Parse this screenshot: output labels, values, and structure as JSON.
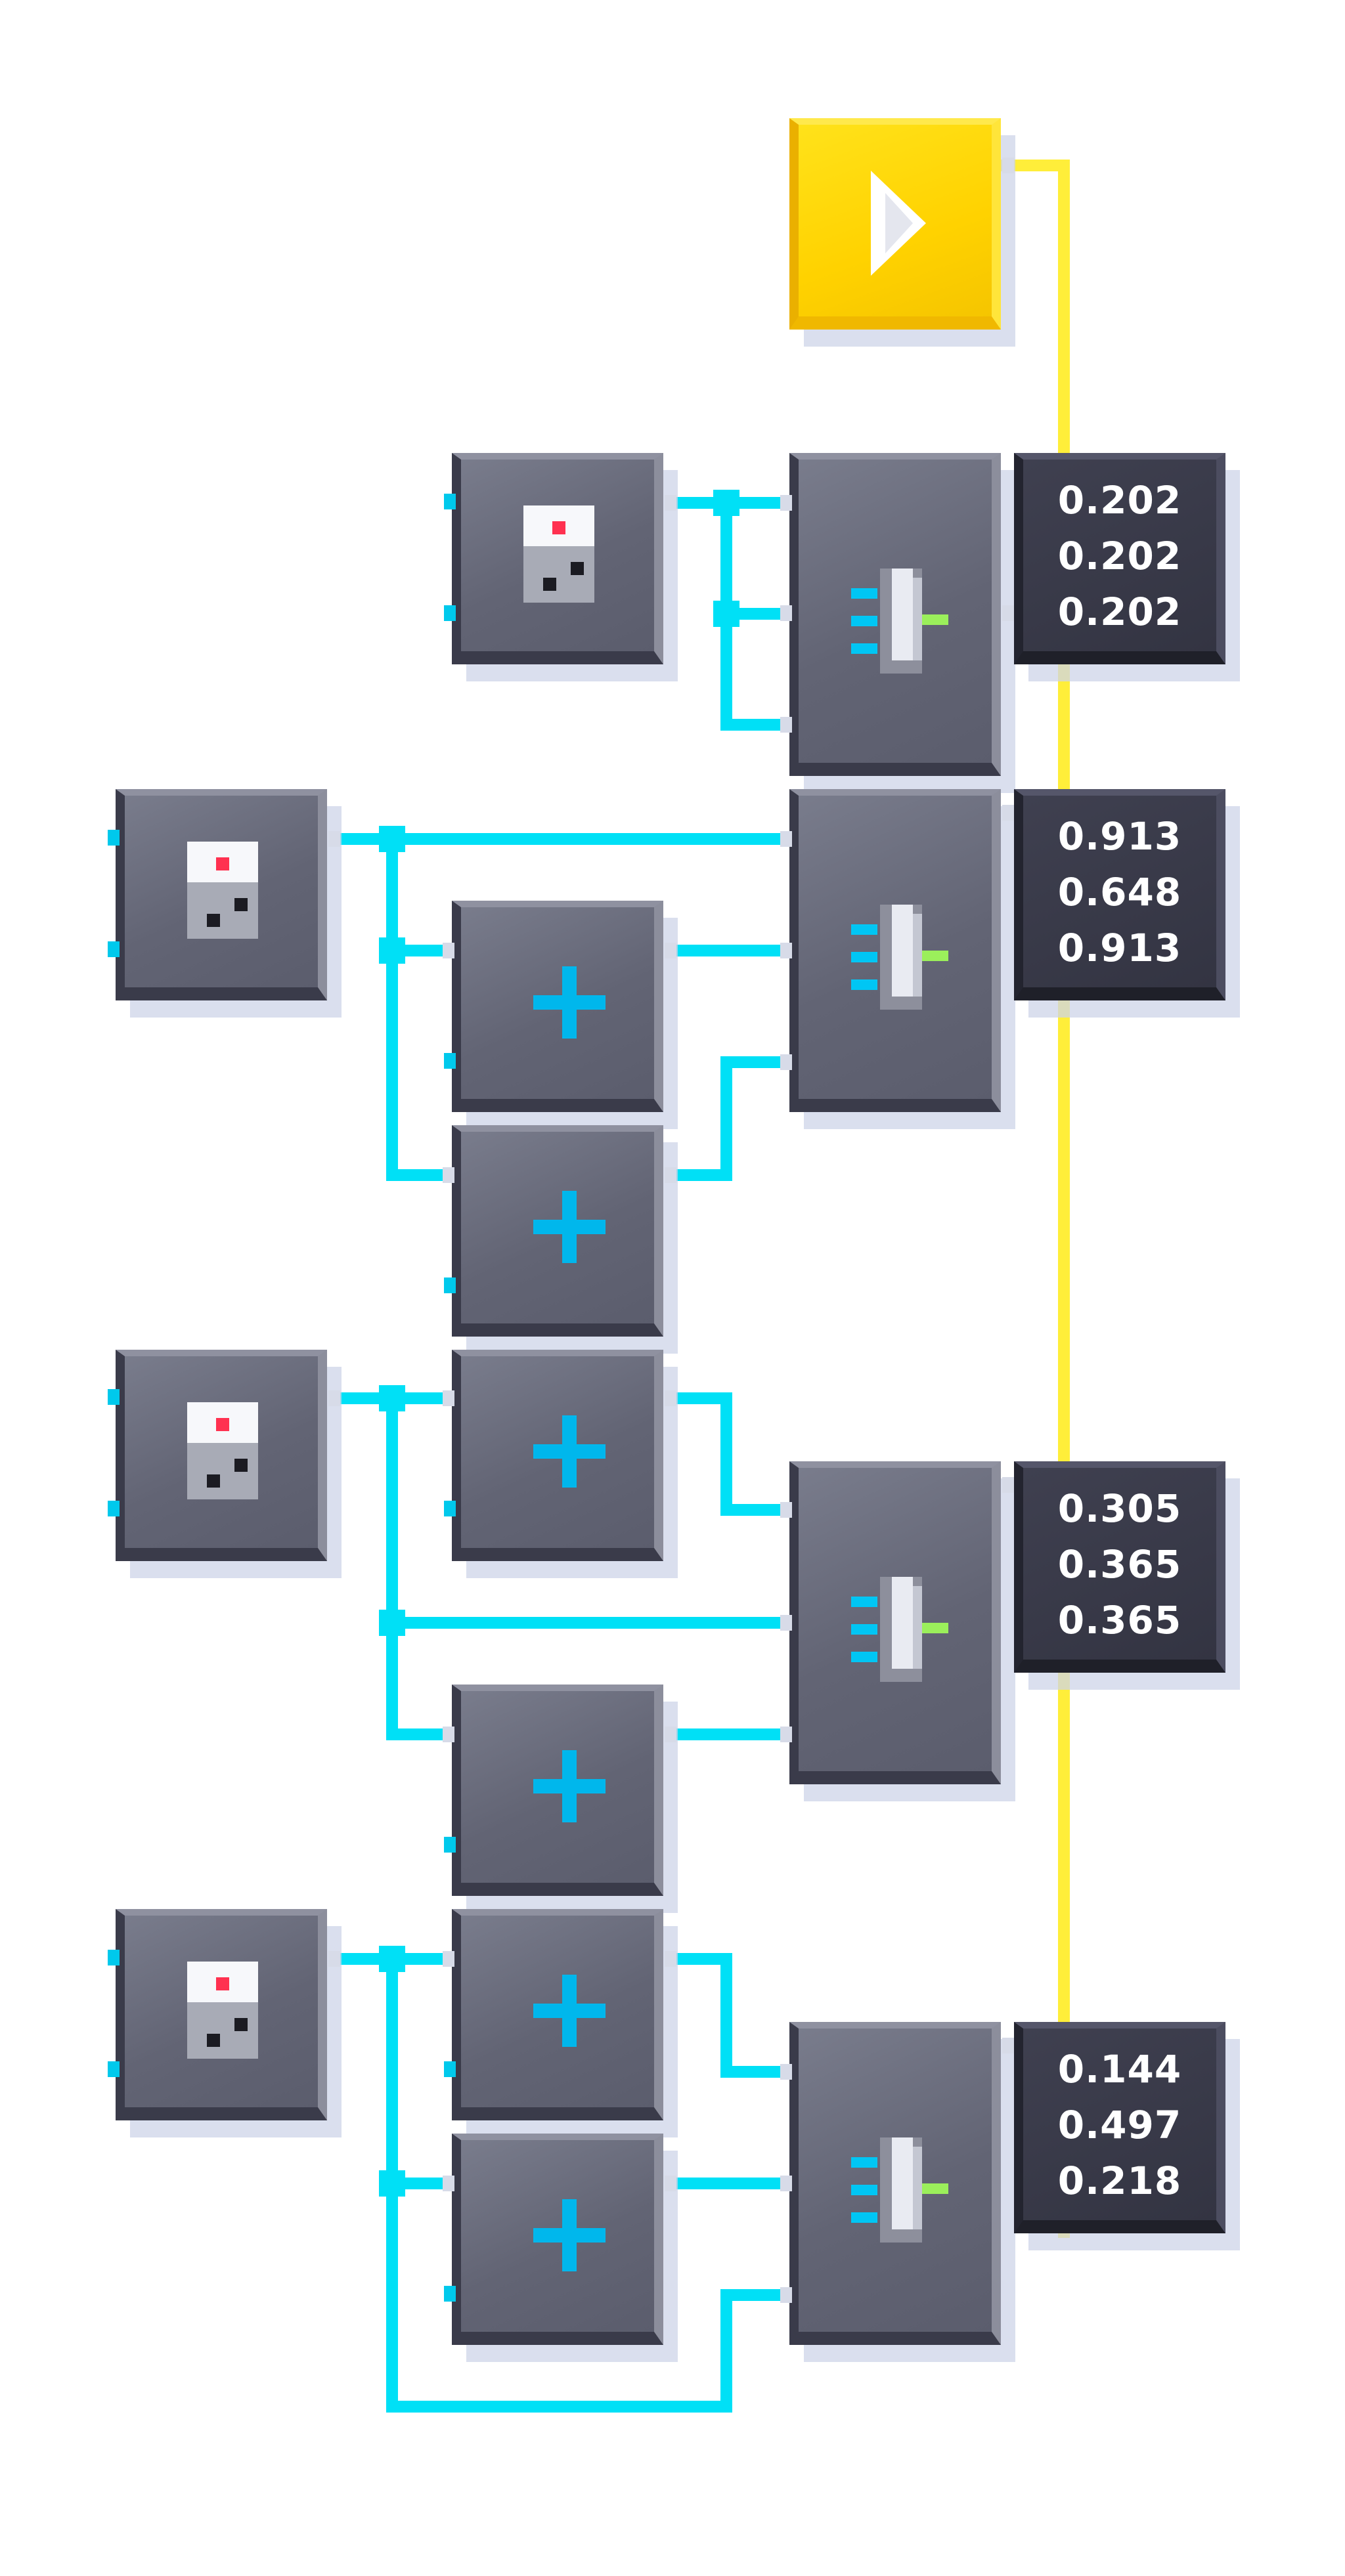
{
  "canvas": {
    "background": "#ffffff"
  },
  "colors": {
    "wire_blue": "#00e0f6",
    "wire_yellow": "#ffee3a",
    "node_body": "#626474",
    "display_body": "#333442",
    "play_body": "#ffd200",
    "plus_icon": "#00b7ec",
    "combiner_output": "#9bef5b",
    "random_dot": "#ff3150"
  },
  "nodes": {
    "play": {
      "kind": "play-button",
      "icon": "play-triangle-icon"
    },
    "random_sources": [
      {
        "kind": "random-source",
        "icon": "dice-random-icon"
      },
      {
        "kind": "random-source",
        "icon": "dice-random-icon"
      },
      {
        "kind": "random-source",
        "icon": "dice-random-icon"
      },
      {
        "kind": "random-source",
        "icon": "dice-random-icon"
      }
    ],
    "adders": [
      {
        "kind": "add",
        "icon": "plus-icon"
      },
      {
        "kind": "add",
        "icon": "plus-icon"
      },
      {
        "kind": "add",
        "icon": "plus-icon"
      },
      {
        "kind": "add",
        "icon": "plus-icon"
      },
      {
        "kind": "add",
        "icon": "plus-icon"
      },
      {
        "kind": "add",
        "icon": "plus-icon"
      }
    ],
    "combiners": [
      {
        "kind": "combine-vector",
        "icon": "combiner-icon"
      },
      {
        "kind": "combine-vector",
        "icon": "combiner-icon"
      },
      {
        "kind": "combine-vector",
        "icon": "combiner-icon"
      },
      {
        "kind": "combine-vector",
        "icon": "combiner-icon"
      }
    ],
    "displays": [
      {
        "values": [
          "0.202",
          "0.202",
          "0.202"
        ]
      },
      {
        "values": [
          "0.913",
          "0.648",
          "0.913"
        ]
      },
      {
        "values": [
          "0.305",
          "0.365",
          "0.365"
        ]
      },
      {
        "values": [
          "0.144",
          "0.497",
          "0.218"
        ]
      }
    ]
  }
}
